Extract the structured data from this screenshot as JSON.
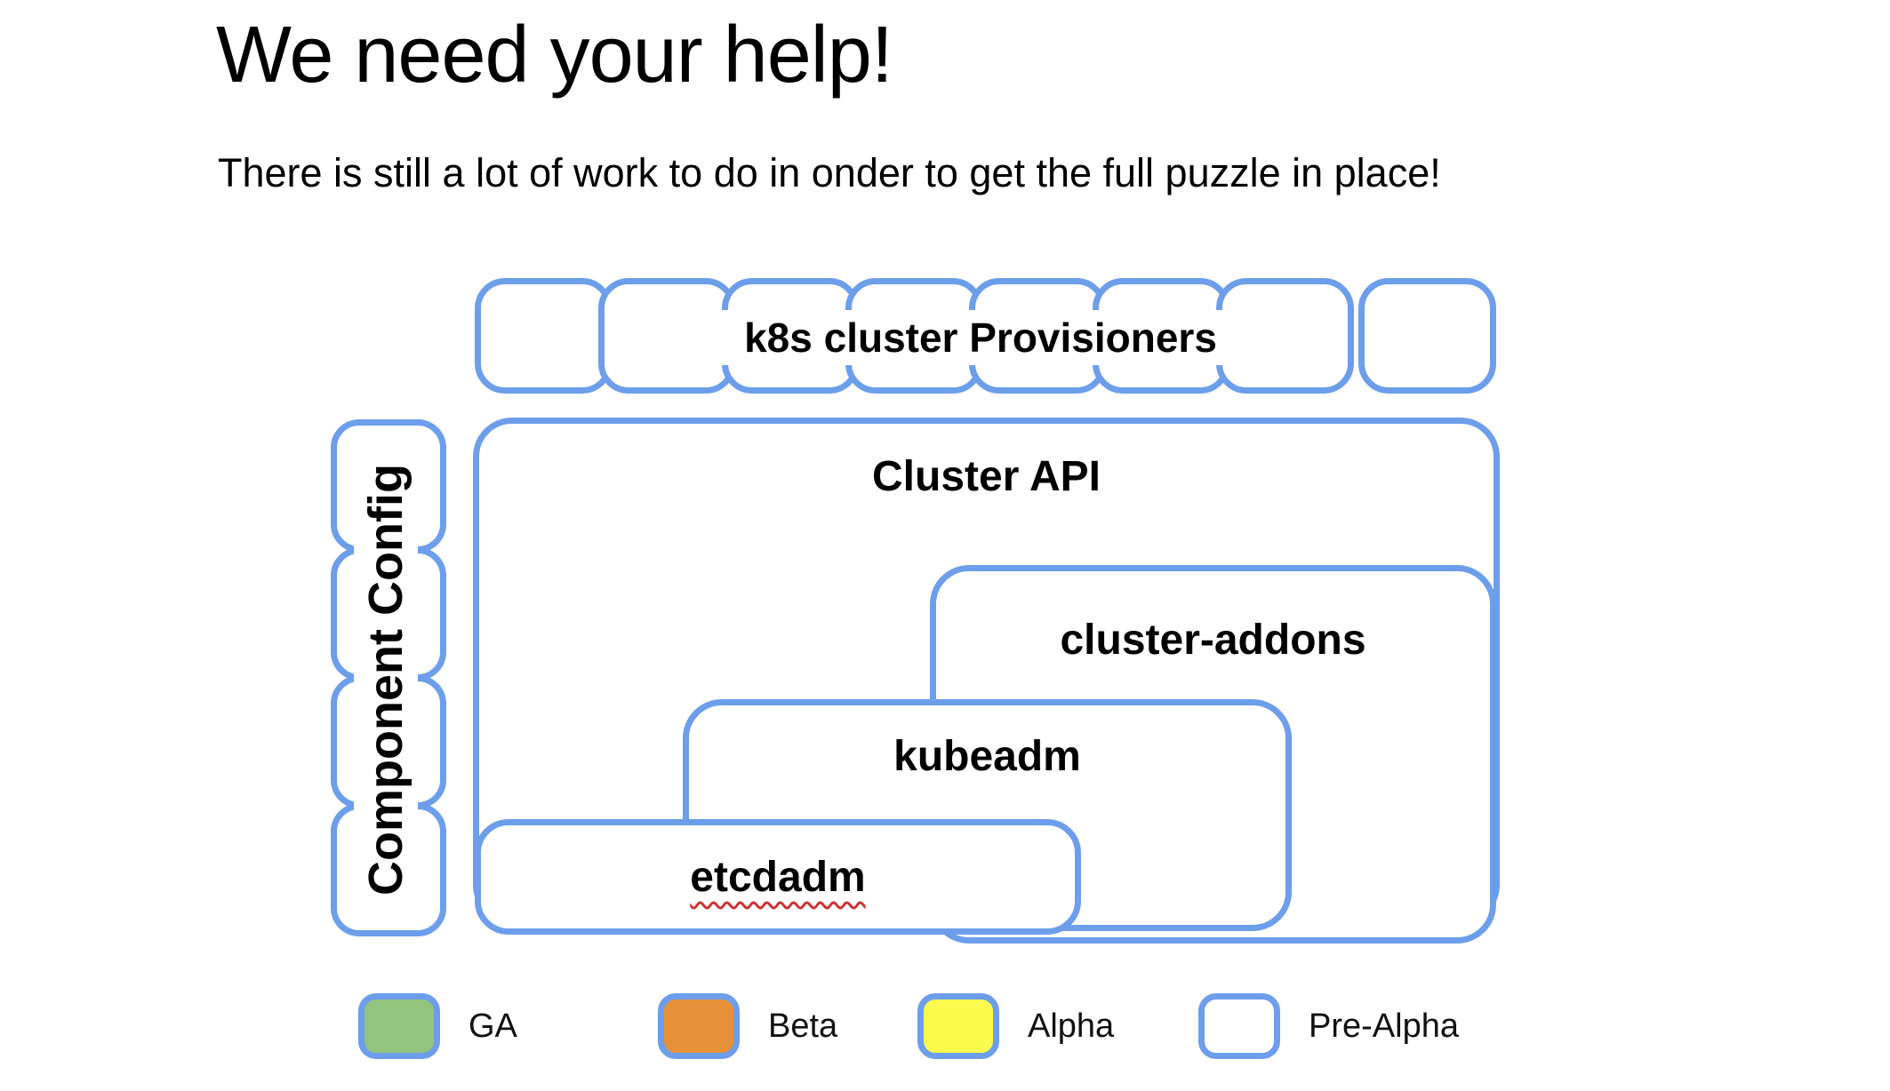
{
  "slide": {
    "title": "We need your help!",
    "subtitle": "There is still a lot of work to do in onder to get the full puzzle in place!"
  },
  "colors": {
    "ga": "#93c47d",
    "beta": "#e69138",
    "beta_dark": "#cd7b45",
    "alpha": "#fbfb4e",
    "pre_alpha": "#ffffff",
    "border": "#6d9eeb",
    "squiggle_red": "#cc3333"
  },
  "top_row": {
    "label": "k8s cluster Provisioners",
    "squares": [
      {
        "status": "ga"
      },
      {
        "status": "ga"
      },
      {
        "status": "ga"
      },
      {
        "status": "beta"
      },
      {
        "status": "beta"
      },
      {
        "status": "beta"
      },
      {
        "status": "alpha"
      },
      {
        "status": "pre-alpha",
        "detached": true
      }
    ]
  },
  "left_column": {
    "label": "Component Config",
    "squares": [
      {
        "status": "pre-alpha"
      },
      {
        "status": "pre-alpha"
      },
      {
        "status": "alpha"
      },
      {
        "status": "beta-dark"
      }
    ]
  },
  "puzzle": {
    "cluster_api": {
      "label": "Cluster API",
      "status": "alpha"
    },
    "cluster_addons": {
      "label": "cluster-addons",
      "status": "pre-alpha"
    },
    "kubeadm": {
      "label": "kubeadm",
      "status": "ga"
    },
    "etcdadm": {
      "label": "etcdadm",
      "status": "pre-alpha",
      "misspelled": true
    }
  },
  "legend": {
    "items": [
      {
        "label": "GA",
        "status": "ga"
      },
      {
        "label": "Beta",
        "status": "beta"
      },
      {
        "label": "Alpha",
        "status": "alpha"
      },
      {
        "label": "Pre-Alpha",
        "status": "pre-alpha"
      }
    ]
  }
}
